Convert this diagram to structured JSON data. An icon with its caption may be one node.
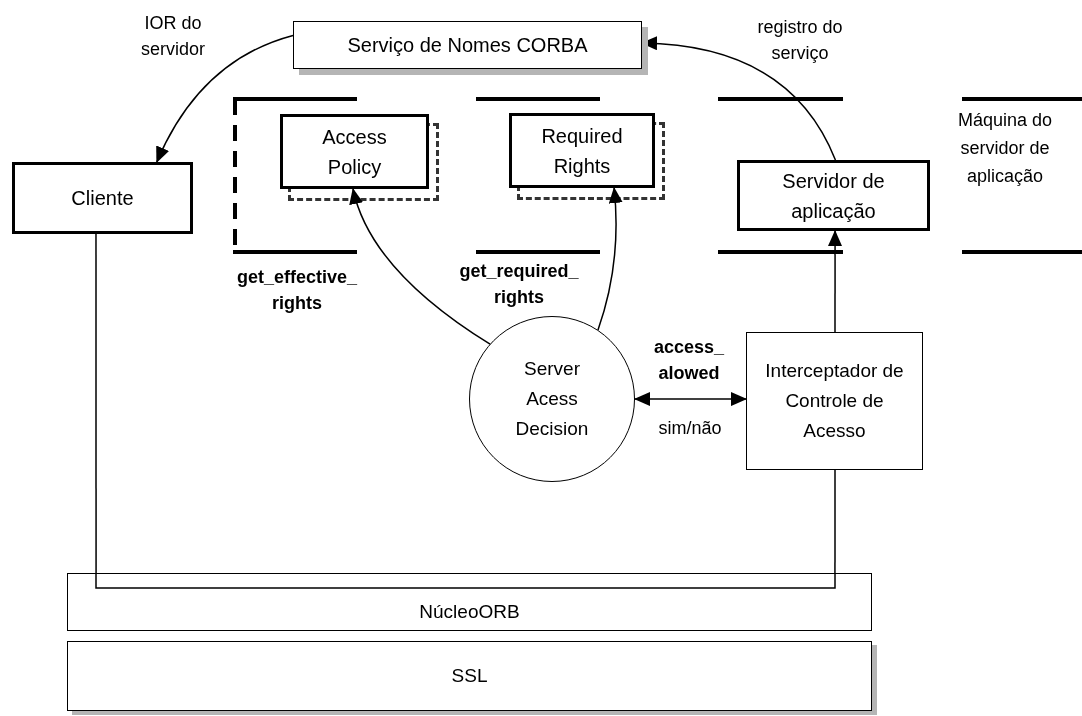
{
  "diagram": {
    "nodes": [
      {
        "text": [
          "Serviço de Nomes CORBA"
        ]
      },
      {
        "text": [
          "Cliente"
        ]
      },
      {
        "text": [
          "Access Policy"
        ]
      },
      {
        "text": [
          "Required Rights"
        ]
      },
      {
        "text": [
          "Servidor de aplicação"
        ]
      },
      {
        "text": [
          "Server Acess Decision"
        ]
      },
      {
        "text": [
          "Interceptador de Controle de Acesso"
        ]
      },
      {
        "text": [
          "NúcleoORB"
        ]
      },
      {
        "text": [
          "SSL"
        ]
      }
    ],
    "edges": [
      {
        "from": 0,
        "to": 1,
        "arrow": "to",
        "label": "IOR do servidor"
      },
      {
        "from": 4,
        "to": 0,
        "arrow": "to",
        "label": "registro do serviço"
      },
      {
        "from": 5,
        "to": 2,
        "arrow": "to",
        "label": "get_effective_ rights"
      },
      {
        "from": 5,
        "to": 3,
        "arrow": "to",
        "label": "get_required_ rights"
      },
      {
        "from": 5,
        "to": 6,
        "arrow": "both",
        "label": "access_ alowed"
      },
      {
        "from": 1,
        "to": 7,
        "arrow": "none"
      },
      {
        "from": 6,
        "to": 4,
        "arrow": "to"
      },
      {
        "from": 7,
        "to": 6,
        "arrow": "none"
      }
    ],
    "labels": [
      "Máquina do servidor de aplicação",
      "sim/não"
    ]
  }
}
